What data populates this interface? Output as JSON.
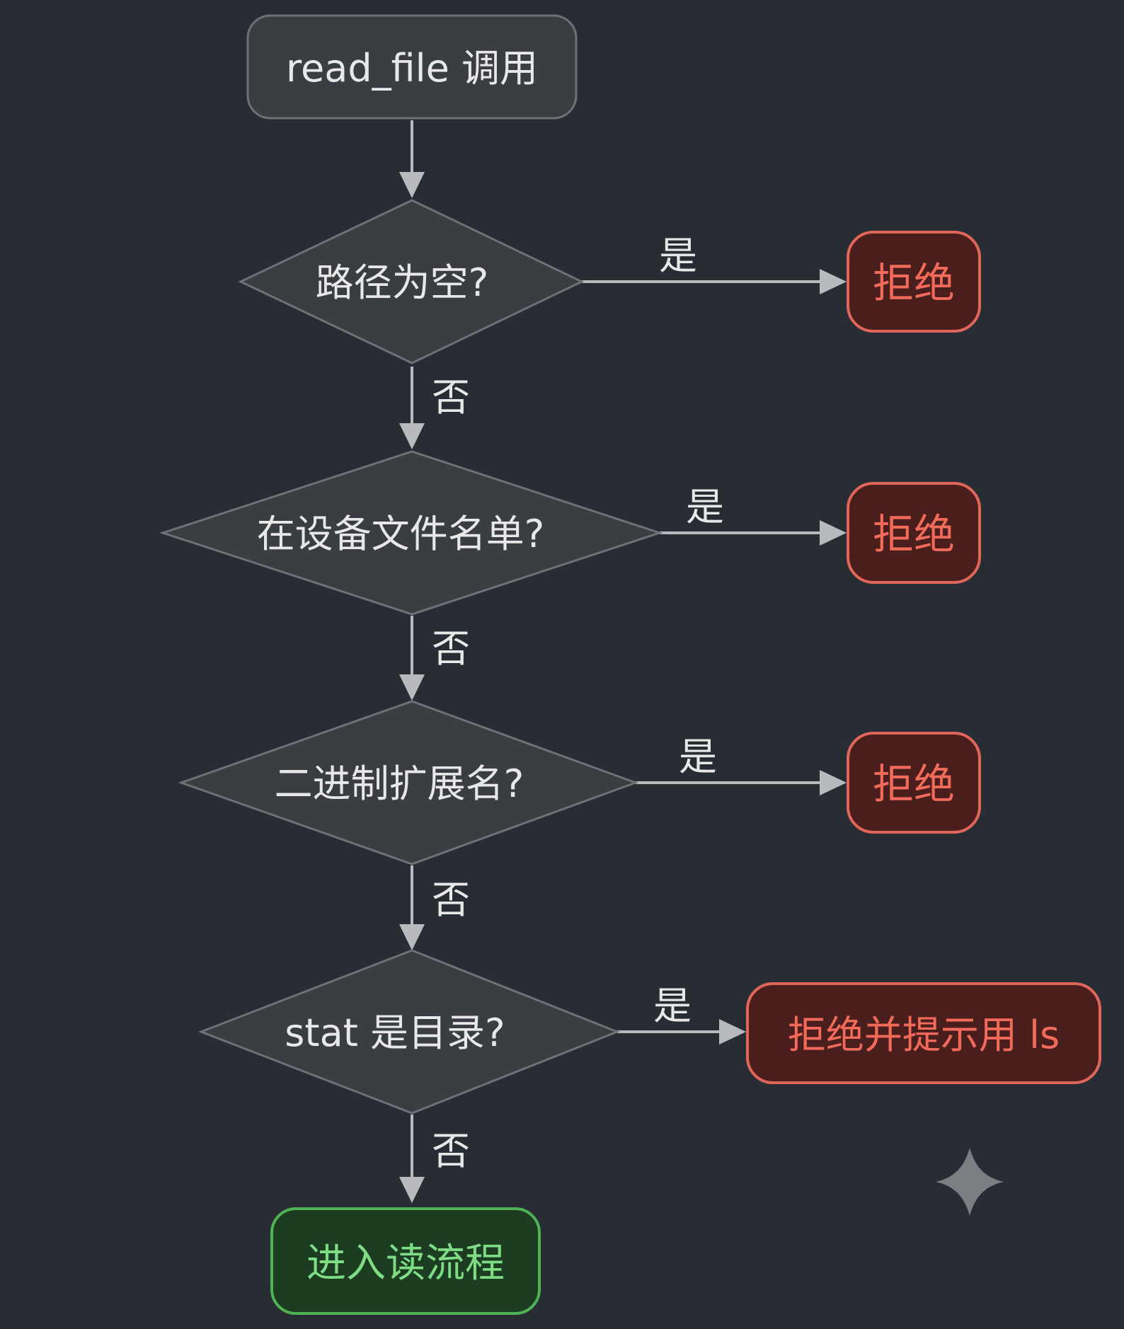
{
  "colors": {
    "background": "#282c33",
    "node_fill": "#3a3d42",
    "node_stroke": "#6e7176",
    "text": "#e8e8e8",
    "edge": "#b8babd",
    "reject_fill": "#4a1e1c",
    "reject_stroke": "#e0665a",
    "reject_text": "#f26a5a",
    "accept_fill": "#1c3d22",
    "accept_stroke": "#4fb356",
    "accept_text": "#7ddc84"
  },
  "nodes": {
    "start": "read_file 调用",
    "check_empty": "路径为空?",
    "check_device": "在设备文件名单?",
    "check_binary": "二进制扩展名?",
    "check_dir": "stat 是目录?",
    "reject_1": "拒绝",
    "reject_2": "拒绝",
    "reject_3": "拒绝",
    "reject_4": "拒绝并提示用 ls",
    "accept": "进入读流程"
  },
  "edges": {
    "yes_1": "是",
    "yes_2": "是",
    "yes_3": "是",
    "yes_4": "是",
    "no_1": "否",
    "no_2": "否",
    "no_3": "否",
    "no_4": "否"
  },
  "decoration": {
    "watermark": "sparkle-icon"
  }
}
